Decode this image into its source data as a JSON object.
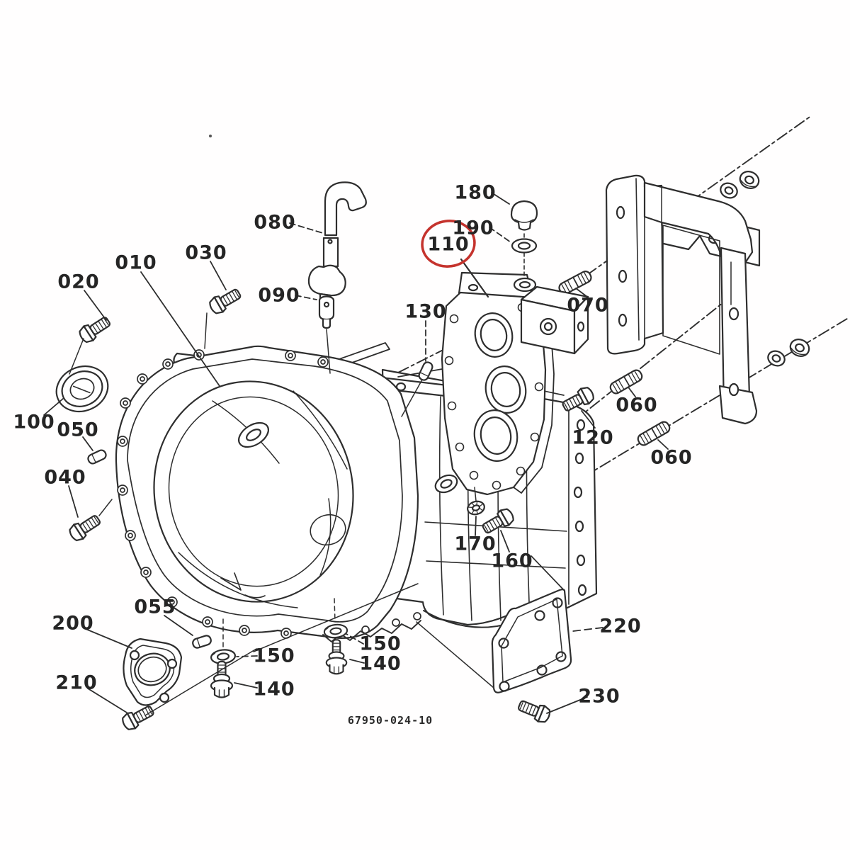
{
  "diagram": {
    "doc_number": "67950-024-10",
    "highlighted_callout": "110",
    "highlight_color": "#c5332d",
    "line_color": "#2e2e2e",
    "callouts": {
      "c010": "010",
      "c020": "020",
      "c030": "030",
      "c040": "040",
      "c050": "050",
      "c055": "055",
      "c060a": "060",
      "c060b": "060",
      "c070": "070",
      "c080": "080",
      "c090": "090",
      "c100": "100",
      "c110": "110",
      "c120": "120",
      "c130": "130",
      "c140a": "140",
      "c140b": "140",
      "c150a": "150",
      "c150b": "150",
      "c160": "160",
      "c170": "170",
      "c180": "180",
      "c190": "190",
      "c200": "200",
      "c210": "210",
      "c220": "220",
      "c230": "230"
    }
  }
}
